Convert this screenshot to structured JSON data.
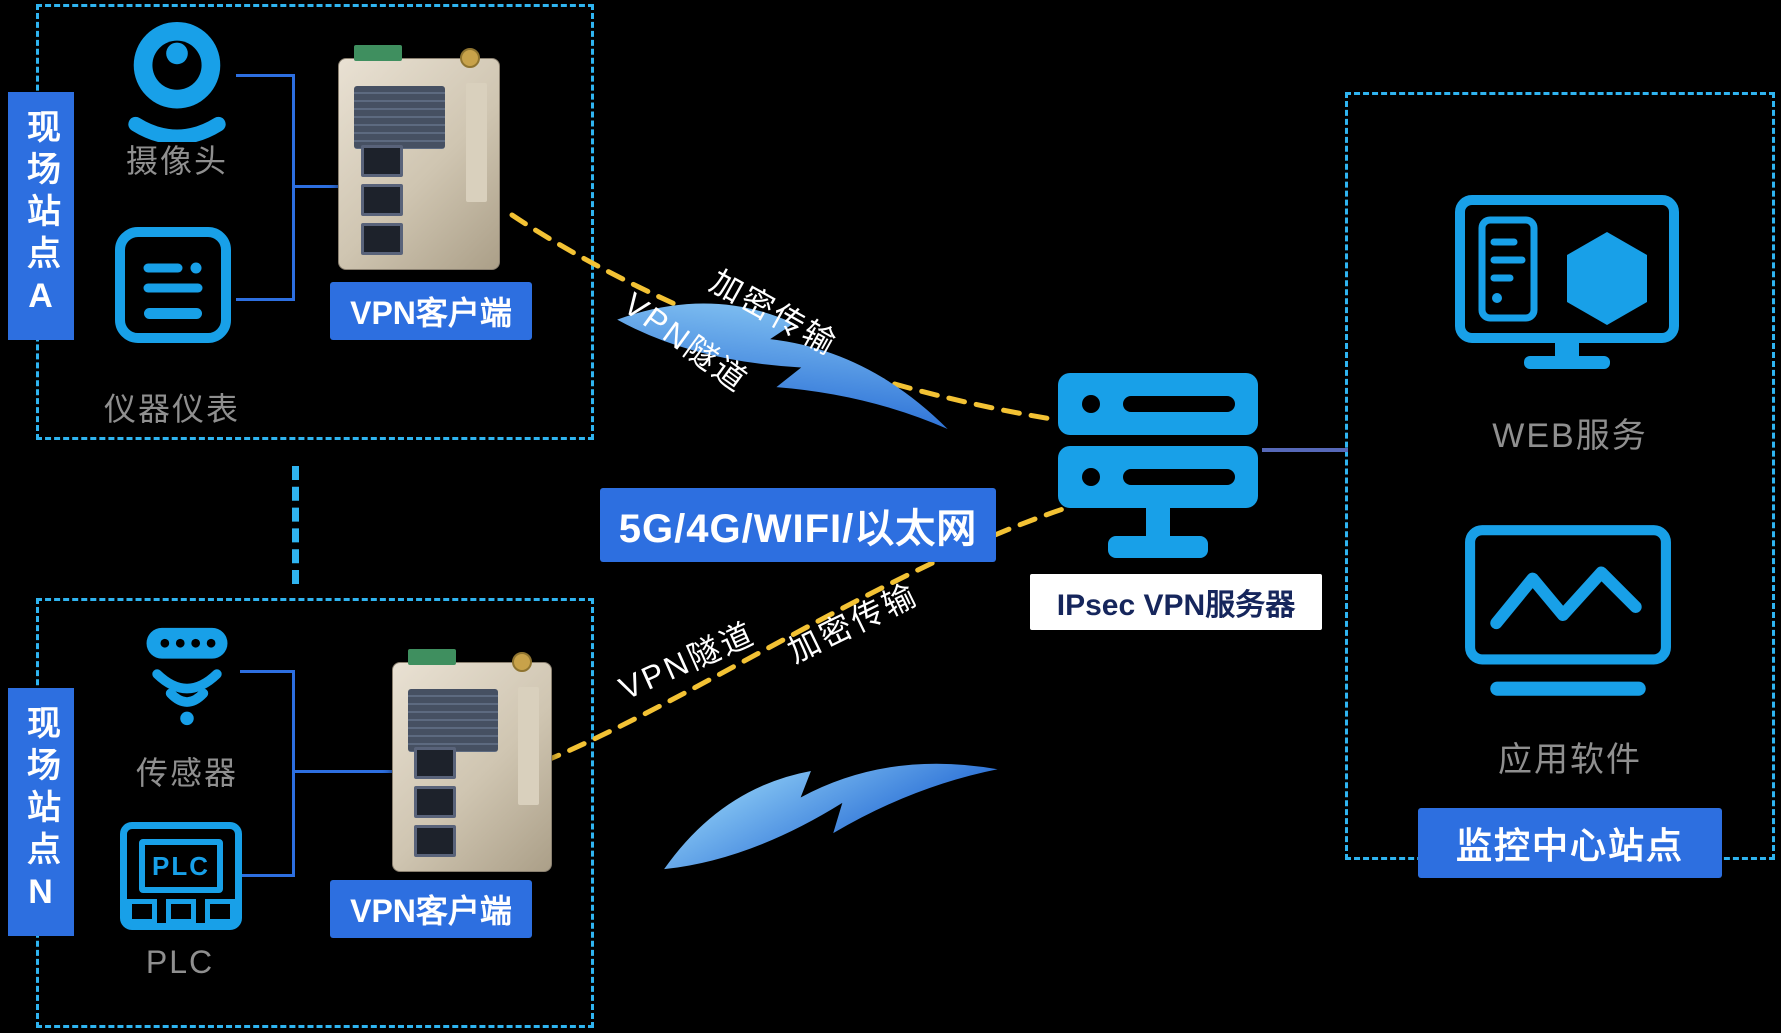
{
  "colors": {
    "background": "#000000",
    "accent_blue": "#2D6FE0",
    "icon_blue": "#18A0E8",
    "dash_cyan": "#2FB4F0",
    "tunnel_yellow": "#F3C234",
    "label_gray": "#8F8F8F",
    "server_label_text": "#16265C"
  },
  "site_a": {
    "label": "现场站点A",
    "camera_label": "摄像头",
    "instrument_label": "仪器仪表",
    "vpn_client_label": "VPN客户端"
  },
  "site_n": {
    "label": "现场站点N",
    "sensor_label": "传感器",
    "plc_icon_text": "PLC",
    "plc_label": "PLC",
    "vpn_client_label": "VPN客户端"
  },
  "links": {
    "tunnel_top": "VPN隧道",
    "encrypt_top": "加密传输",
    "tunnel_bottom": "VPN隧道",
    "encrypt_bottom": "加密传输",
    "medium": "5G/4G/WIFI/以太网"
  },
  "server": {
    "label": "IPsec VPN服务器"
  },
  "monitor_center": {
    "web_label": "WEB服务",
    "app_label": "应用软件",
    "title": "监控中心站点"
  }
}
